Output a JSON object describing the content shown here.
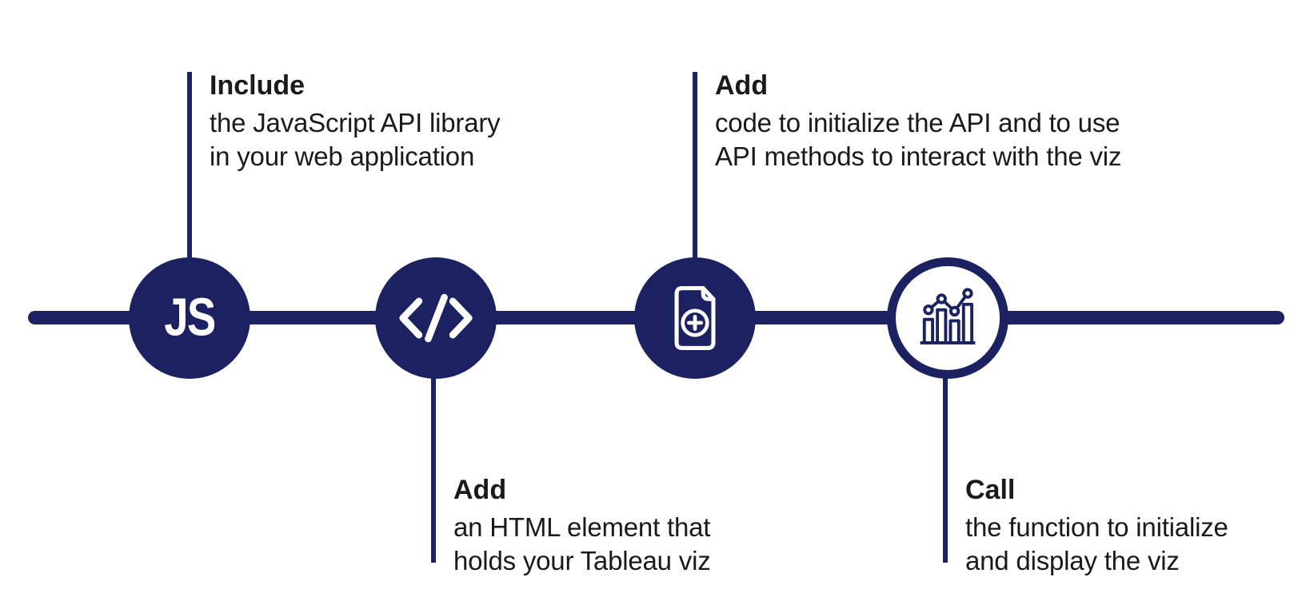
{
  "diagram": {
    "name": "tableau-javascript-api-steps",
    "colors": {
      "navy": "#1b2161",
      "text": "#1a1a1a",
      "background": "#ffffff"
    },
    "steps": [
      {
        "icon": "js-icon",
        "icon_text": "JS",
        "label_position": "top",
        "title": "Include",
        "lines": [
          "the JavaScript API library",
          "in your web application"
        ]
      },
      {
        "icon": "code-icon",
        "label_position": "bottom",
        "title": "Add",
        "lines": [
          "an HTML element that",
          "holds your Tableau viz"
        ]
      },
      {
        "icon": "document-add-icon",
        "label_position": "top",
        "title": "Add",
        "lines": [
          "code to initialize the API and to use",
          "API methods to interact with the viz"
        ]
      },
      {
        "icon": "chart-icon",
        "label_position": "bottom",
        "title": "Call",
        "lines": [
          "the function to initialize",
          "and display the viz"
        ]
      }
    ]
  }
}
